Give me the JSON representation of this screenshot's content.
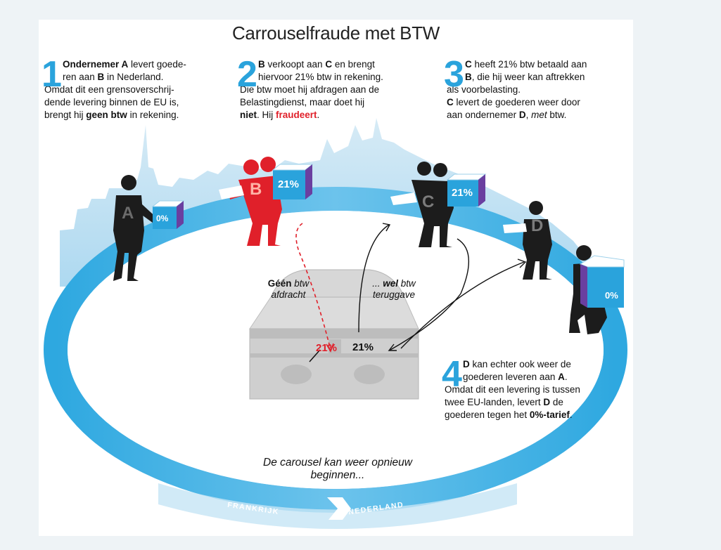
{
  "title": "Carrouselfraude met BTW",
  "steps": [
    {
      "num": "1",
      "lines": [
        [
          "b:Ondernemer A",
          " levert goede-"
        ],
        [
          "ren aan ",
          "b:B",
          " in Nederland."
        ],
        [
          "Omdat dit een grensoverschrij-"
        ],
        [
          "dende levering binnen de EU is,"
        ],
        [
          "brengt hij ",
          "b:geen btw",
          " in rekening."
        ]
      ]
    },
    {
      "num": "2",
      "lines": [
        [
          "b:B",
          " verkoopt  aan ",
          "b:C",
          " en brengt"
        ],
        [
          "hiervoor 21% btw in rekening."
        ],
        [
          "Die btw moet hij afdragen aan de"
        ],
        [
          "Belastingdienst, maar doet hij"
        ],
        [
          "b:niet",
          ". Hij ",
          "r:fraudeert",
          "."
        ]
      ]
    },
    {
      "num": "3",
      "lines": [
        [
          "b:C",
          " heeft 21% btw betaald aan"
        ],
        [
          "b:B",
          ", die hij weer kan aftrekken"
        ],
        [
          "als voorbelasting."
        ],
        [
          "b:C",
          " levert de goederen weer door"
        ],
        [
          "aan ondernemer ",
          "b:D",
          ", ",
          "i:met",
          " btw."
        ]
      ]
    },
    {
      "num": "4",
      "lines": [
        [
          "b:D",
          " kan echter ook weer de"
        ],
        [
          "goederen leveren aan ",
          "b:A",
          "."
        ],
        [
          "Omdat dit een levering is tussen"
        ],
        [
          "twee EU-landen, levert ",
          "b:D",
          " de"
        ],
        [
          "goederen tegen het ",
          "b:0%-tarief",
          "."
        ]
      ]
    }
  ],
  "chest": {
    "left_line1": "Géén",
    "left_line1_italic": " btw",
    "left_line2": "afdracht",
    "right_line1_italic": "... ",
    "right_line1_bold": "wel",
    "right_line1_rest": " btw",
    "right_line2": "teruggave",
    "pct_red": "21%",
    "pct_black": "21%"
  },
  "restart_text": "De carousel kan weer opnieuw beginnen...",
  "country_labels": {
    "frankrijk_top": "FRANKRIJK",
    "nederland_top": "NEDERLAND",
    "frankrijk_bottom": "FRANKRIJK",
    "nederland_bottom": "NEDERLAND"
  },
  "persons": {
    "a": "A",
    "b": "B",
    "c": "C",
    "d": "D"
  },
  "boxes": {
    "a": "0%",
    "b": "21%",
    "c": "21%",
    "d": "0%"
  },
  "colors": {
    "accent": "#2aa3dc",
    "ring": "#49b4e6",
    "ring_light": "#c6e5f5",
    "fraud": "#e0202a",
    "figure": "#1c1c1c",
    "box_side": "#6a3fa0"
  }
}
